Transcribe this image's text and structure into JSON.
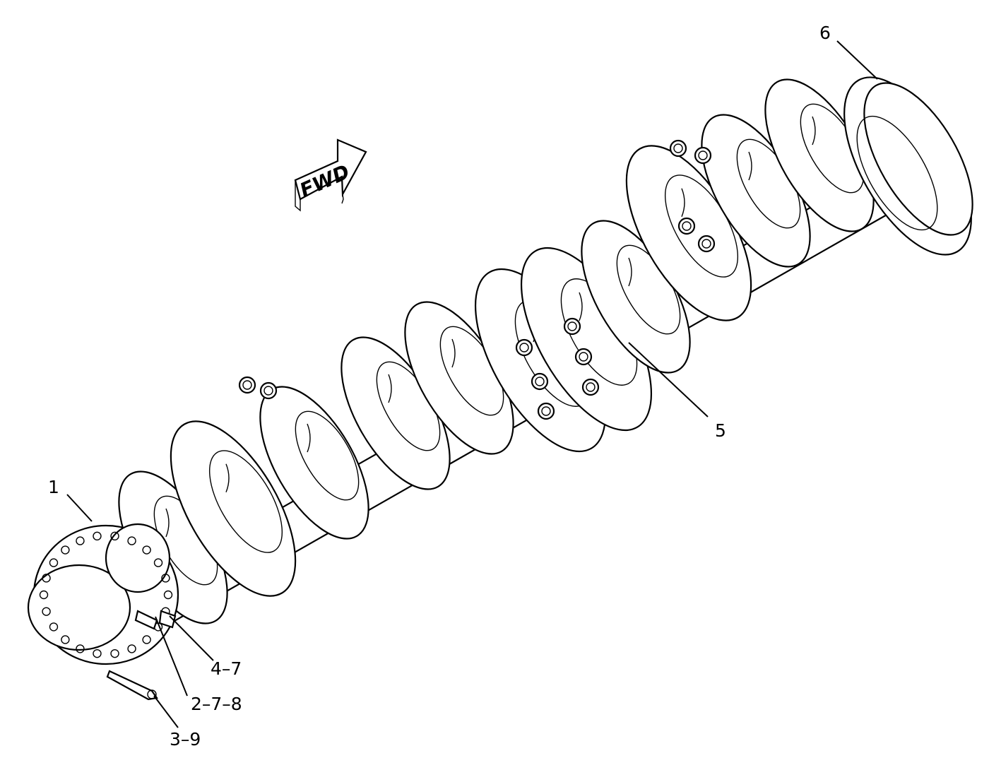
{
  "diagram": {
    "direction_marker": "FWD",
    "callouts": [
      "1",
      "2-7-8",
      "3-9",
      "4-7",
      "5",
      "6"
    ]
  },
  "colors": {
    "line": "#000000",
    "background": "#ffffff"
  }
}
